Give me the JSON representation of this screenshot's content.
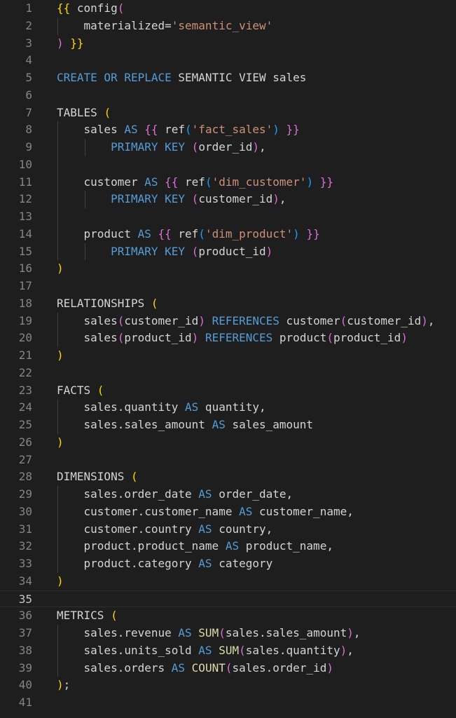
{
  "editor": {
    "language": "sql-jinja",
    "active_line": 35,
    "colors": {
      "background": "#1e1e1e",
      "line_number": "#858585",
      "line_number_active": "#c6c6c6",
      "text": "#d4d4d4",
      "keyword": "#569cd6",
      "string": "#ce9178",
      "function": "#dcdcaa",
      "bracket_level_1": "#ffd700",
      "bracket_level_2": "#da70d6",
      "bracket_level_3": "#179fff"
    },
    "lines": [
      {
        "n": "1",
        "tokens": [
          [
            "b1",
            "{{"
          ],
          [
            "pl",
            " config"
          ],
          [
            "b2",
            "("
          ]
        ]
      },
      {
        "n": "2",
        "tokens": [
          [
            "pl",
            "    materialized="
          ],
          [
            "str",
            "'semantic_view'"
          ]
        ]
      },
      {
        "n": "3",
        "tokens": [
          [
            "b2",
            ")"
          ],
          [
            "pl",
            " "
          ],
          [
            "b1",
            "}}"
          ]
        ]
      },
      {
        "n": "4",
        "tokens": []
      },
      {
        "n": "5",
        "tokens": [
          [
            "kw",
            "CREATE OR REPLACE"
          ],
          [
            "pl",
            " SEMANTIC VIEW sales"
          ]
        ]
      },
      {
        "n": "6",
        "tokens": []
      },
      {
        "n": "7",
        "tokens": [
          [
            "pl",
            "TABLES "
          ],
          [
            "b1",
            "("
          ]
        ]
      },
      {
        "n": "8",
        "tokens": [
          [
            "pl",
            "    sales "
          ],
          [
            "kw",
            "AS"
          ],
          [
            "pl",
            " "
          ],
          [
            "b2",
            "{{"
          ],
          [
            "pl",
            " ref"
          ],
          [
            "b3",
            "("
          ],
          [
            "str",
            "'fact_sales'"
          ],
          [
            "b3",
            ")"
          ],
          [
            "pl",
            " "
          ],
          [
            "b2",
            "}}"
          ]
        ]
      },
      {
        "n": "9",
        "tokens": [
          [
            "pl",
            "        "
          ],
          [
            "kw",
            "PRIMARY KEY"
          ],
          [
            "pl",
            " "
          ],
          [
            "b2",
            "("
          ],
          [
            "pl",
            "order_id"
          ],
          [
            "b2",
            ")"
          ],
          [
            "pl",
            ","
          ]
        ]
      },
      {
        "n": "10",
        "tokens": []
      },
      {
        "n": "11",
        "tokens": [
          [
            "pl",
            "    customer "
          ],
          [
            "kw",
            "AS"
          ],
          [
            "pl",
            " "
          ],
          [
            "b2",
            "{{"
          ],
          [
            "pl",
            " ref"
          ],
          [
            "b3",
            "("
          ],
          [
            "str",
            "'dim_customer'"
          ],
          [
            "b3",
            ")"
          ],
          [
            "pl",
            " "
          ],
          [
            "b2",
            "}}"
          ]
        ]
      },
      {
        "n": "12",
        "tokens": [
          [
            "pl",
            "        "
          ],
          [
            "kw",
            "PRIMARY KEY"
          ],
          [
            "pl",
            " "
          ],
          [
            "b2",
            "("
          ],
          [
            "pl",
            "customer_id"
          ],
          [
            "b2",
            ")"
          ],
          [
            "pl",
            ","
          ]
        ]
      },
      {
        "n": "13",
        "tokens": []
      },
      {
        "n": "14",
        "tokens": [
          [
            "pl",
            "    product "
          ],
          [
            "kw",
            "AS"
          ],
          [
            "pl",
            " "
          ],
          [
            "b2",
            "{{"
          ],
          [
            "pl",
            " ref"
          ],
          [
            "b3",
            "("
          ],
          [
            "str",
            "'dim_product'"
          ],
          [
            "b3",
            ")"
          ],
          [
            "pl",
            " "
          ],
          [
            "b2",
            "}}"
          ]
        ]
      },
      {
        "n": "15",
        "tokens": [
          [
            "pl",
            "        "
          ],
          [
            "kw",
            "PRIMARY KEY"
          ],
          [
            "pl",
            " "
          ],
          [
            "b2",
            "("
          ],
          [
            "pl",
            "product_id"
          ],
          [
            "b2",
            ")"
          ]
        ]
      },
      {
        "n": "16",
        "tokens": [
          [
            "b1",
            ")"
          ]
        ]
      },
      {
        "n": "17",
        "tokens": []
      },
      {
        "n": "18",
        "tokens": [
          [
            "pl",
            "RELATIONSHIPS "
          ],
          [
            "b1",
            "("
          ]
        ]
      },
      {
        "n": "19",
        "tokens": [
          [
            "pl",
            "    sales"
          ],
          [
            "b2",
            "("
          ],
          [
            "pl",
            "customer_id"
          ],
          [
            "b2",
            ")"
          ],
          [
            "pl",
            " "
          ],
          [
            "kw",
            "REFERENCES"
          ],
          [
            "pl",
            " customer"
          ],
          [
            "b2",
            "("
          ],
          [
            "pl",
            "customer_id"
          ],
          [
            "b2",
            ")"
          ],
          [
            "pl",
            ","
          ]
        ]
      },
      {
        "n": "20",
        "tokens": [
          [
            "pl",
            "    sales"
          ],
          [
            "b2",
            "("
          ],
          [
            "pl",
            "product_id"
          ],
          [
            "b2",
            ")"
          ],
          [
            "pl",
            " "
          ],
          [
            "kw",
            "REFERENCES"
          ],
          [
            "pl",
            " product"
          ],
          [
            "b2",
            "("
          ],
          [
            "pl",
            "product_id"
          ],
          [
            "b2",
            ")"
          ]
        ]
      },
      {
        "n": "21",
        "tokens": [
          [
            "b1",
            ")"
          ]
        ]
      },
      {
        "n": "22",
        "tokens": []
      },
      {
        "n": "23",
        "tokens": [
          [
            "pl",
            "FACTS "
          ],
          [
            "b1",
            "("
          ]
        ]
      },
      {
        "n": "24",
        "tokens": [
          [
            "pl",
            "    sales.quantity "
          ],
          [
            "kw",
            "AS"
          ],
          [
            "pl",
            " quantity,"
          ]
        ]
      },
      {
        "n": "25",
        "tokens": [
          [
            "pl",
            "    sales.sales_amount "
          ],
          [
            "kw",
            "AS"
          ],
          [
            "pl",
            " sales_amount"
          ]
        ]
      },
      {
        "n": "26",
        "tokens": [
          [
            "b1",
            ")"
          ]
        ]
      },
      {
        "n": "27",
        "tokens": []
      },
      {
        "n": "28",
        "tokens": [
          [
            "pl",
            "DIMENSIONS "
          ],
          [
            "b1",
            "("
          ]
        ]
      },
      {
        "n": "29",
        "tokens": [
          [
            "pl",
            "    sales.order_date "
          ],
          [
            "kw",
            "AS"
          ],
          [
            "pl",
            " order_date,"
          ]
        ]
      },
      {
        "n": "30",
        "tokens": [
          [
            "pl",
            "    customer.customer_name "
          ],
          [
            "kw",
            "AS"
          ],
          [
            "pl",
            " customer_name,"
          ]
        ]
      },
      {
        "n": "31",
        "tokens": [
          [
            "pl",
            "    customer.country "
          ],
          [
            "kw",
            "AS"
          ],
          [
            "pl",
            " country,"
          ]
        ]
      },
      {
        "n": "32",
        "tokens": [
          [
            "pl",
            "    product.product_name "
          ],
          [
            "kw",
            "AS"
          ],
          [
            "pl",
            " product_name,"
          ]
        ]
      },
      {
        "n": "33",
        "tokens": [
          [
            "pl",
            "    product.category "
          ],
          [
            "kw",
            "AS"
          ],
          [
            "pl",
            " category"
          ]
        ]
      },
      {
        "n": "34",
        "tokens": [
          [
            "b1",
            ")"
          ]
        ]
      },
      {
        "n": "35",
        "tokens": []
      },
      {
        "n": "36",
        "tokens": [
          [
            "pl",
            "METRICS "
          ],
          [
            "b1",
            "("
          ]
        ]
      },
      {
        "n": "37",
        "tokens": [
          [
            "pl",
            "    sales.revenue "
          ],
          [
            "kw",
            "AS"
          ],
          [
            "pl",
            " "
          ],
          [
            "fn",
            "SUM"
          ],
          [
            "b2",
            "("
          ],
          [
            "pl",
            "sales.sales_amount"
          ],
          [
            "b2",
            ")"
          ],
          [
            "pl",
            ","
          ]
        ]
      },
      {
        "n": "38",
        "tokens": [
          [
            "pl",
            "    sales.units_sold "
          ],
          [
            "kw",
            "AS"
          ],
          [
            "pl",
            " "
          ],
          [
            "fn",
            "SUM"
          ],
          [
            "b2",
            "("
          ],
          [
            "pl",
            "sales.quantity"
          ],
          [
            "b2",
            ")"
          ],
          [
            "pl",
            ","
          ]
        ]
      },
      {
        "n": "39",
        "tokens": [
          [
            "pl",
            "    sales.orders "
          ],
          [
            "kw",
            "AS"
          ],
          [
            "pl",
            " "
          ],
          [
            "fn",
            "COUNT"
          ],
          [
            "b2",
            "("
          ],
          [
            "pl",
            "sales.order_id"
          ],
          [
            "b2",
            ")"
          ]
        ]
      },
      {
        "n": "40",
        "tokens": [
          [
            "b1",
            ")"
          ],
          [
            "pl",
            ";"
          ]
        ]
      },
      {
        "n": "41",
        "tokens": []
      }
    ]
  }
}
